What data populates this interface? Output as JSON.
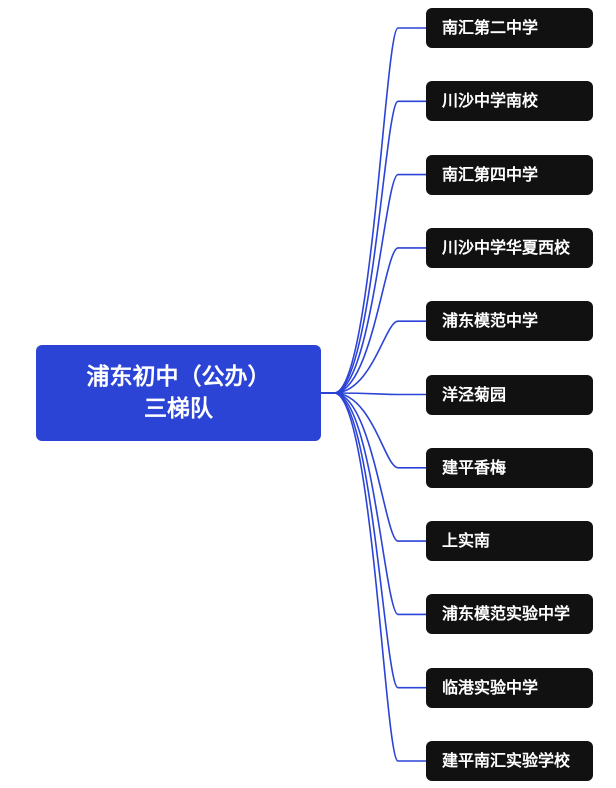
{
  "root": {
    "line1": "浦东初中（公办）",
    "line2": "三梯队"
  },
  "children": [
    "南汇第二中学",
    "川沙中学南校",
    "南汇第四中学",
    "川沙中学华夏西校",
    "浦东模范中学",
    "洋泾菊园",
    "建平香梅",
    "上实南",
    "浦东模范实验中学",
    "临港实验中学",
    "建平南汇实验学校"
  ],
  "colors": {
    "root_fill": "#2b44d6",
    "child_fill": "#111111",
    "connector": "#2b44d6",
    "text": "#ffffff"
  }
}
